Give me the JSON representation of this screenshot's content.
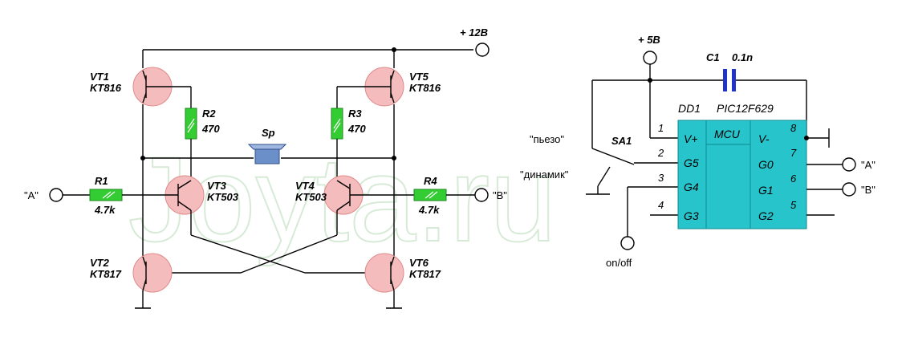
{
  "supply": {
    "v12": "+ 12B",
    "v5": "+ 5B"
  },
  "transistors": [
    {
      "ref": "VT1",
      "type": "KT816"
    },
    {
      "ref": "VT5",
      "type": "KT816"
    },
    {
      "ref": "VT3",
      "type": "KT503"
    },
    {
      "ref": "VT4",
      "type": "KT503"
    },
    {
      "ref": "VT2",
      "type": "KT817"
    },
    {
      "ref": "VT6",
      "type": "KT817"
    }
  ],
  "resistors": [
    {
      "ref": "R2",
      "value": "470"
    },
    {
      "ref": "R3",
      "value": "470"
    },
    {
      "ref": "R1",
      "value": "4.7k"
    },
    {
      "ref": "R4",
      "value": "4.7k"
    }
  ],
  "speaker": "Sp",
  "inputs": {
    "a": "\"A\"",
    "b": "\"B\""
  },
  "capacitor": {
    "ref": "C1",
    "value": "0.1n"
  },
  "mcu": {
    "ref": "DD1",
    "part": "PIC12F629",
    "core": "MCU",
    "left_pins": [
      {
        "num": "1",
        "name": "V+"
      },
      {
        "num": "2",
        "name": "G5"
      },
      {
        "num": "3",
        "name": "G4"
      },
      {
        "num": "4",
        "name": "G3"
      }
    ],
    "right_pins": [
      {
        "num": "8",
        "name": "V-"
      },
      {
        "num": "7",
        "name": "G0"
      },
      {
        "num": "6",
        "name": "G1"
      },
      {
        "num": "5",
        "name": "G2"
      }
    ]
  },
  "switch": {
    "ref": "SA1",
    "pos1": "\"пьезо\"",
    "pos2": "\"динамик\""
  },
  "onoff": "on/off",
  "outputs": {
    "a": "\"A\"",
    "b": "\"B\""
  },
  "watermark": "Joyta.ru",
  "colors": {
    "transistor": "#f4bcbc",
    "resistor": "#33cc33",
    "chip": "#27c4cc",
    "capacitor": "#2233cc",
    "speaker": "#6b8fc9"
  }
}
